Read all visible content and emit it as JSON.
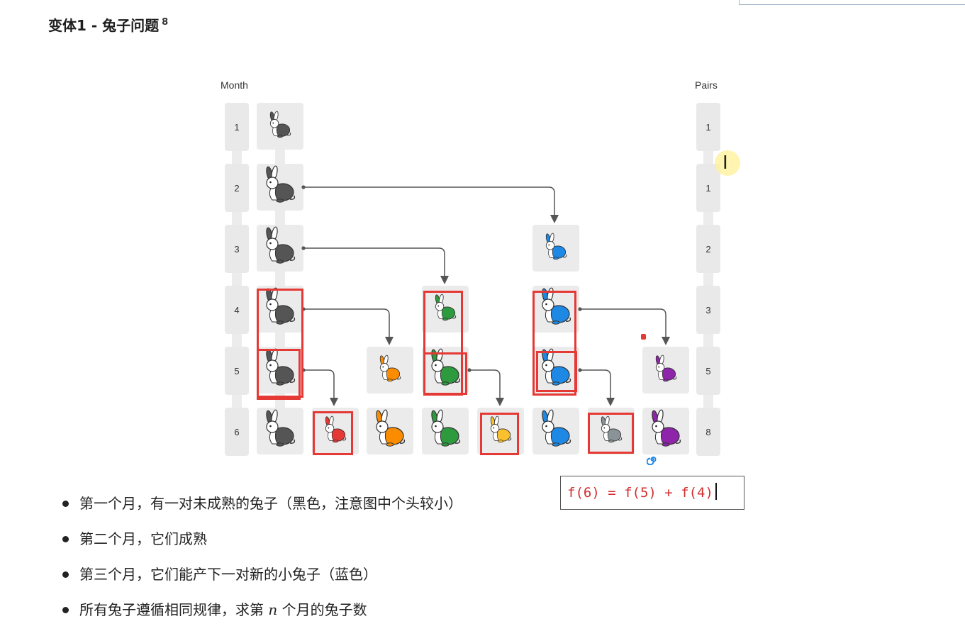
{
  "title": {
    "text": "变体1 - 兔子问题",
    "footnote": "8"
  },
  "diagram": {
    "month_header": "Month",
    "pairs_header": "Pairs",
    "months": [
      "1",
      "2",
      "3",
      "4",
      "5",
      "6"
    ],
    "pairs": [
      "1",
      "1",
      "2",
      "3",
      "5",
      "8"
    ],
    "colors": {
      "black": "#555555",
      "blue": "#1e88e5",
      "green": "#2e9a3e",
      "orange": "#fb8c00",
      "purple": "#8e24aa",
      "red": "#e53935",
      "yellow": "#fbc02d",
      "gray": "#8a9498",
      "highlight": "#e53935"
    }
  },
  "bullets": [
    "第一个月，有一对未成熟的兔子（黑色，注意图中个头较小）",
    "第二个月，它们成熟",
    "第三个月，它们能产下一对新的小兔子（蓝色）",
    "所有兔子遵循相同规律，求第 n 个月的兔子数"
  ],
  "bullet_parts": {
    "last_prefix": "所有兔子遵循相同规律，求第 ",
    "last_var": "n",
    "last_suffix": " 个月的兔子数"
  },
  "formula": "f(6) = f(5) + f(4)"
}
